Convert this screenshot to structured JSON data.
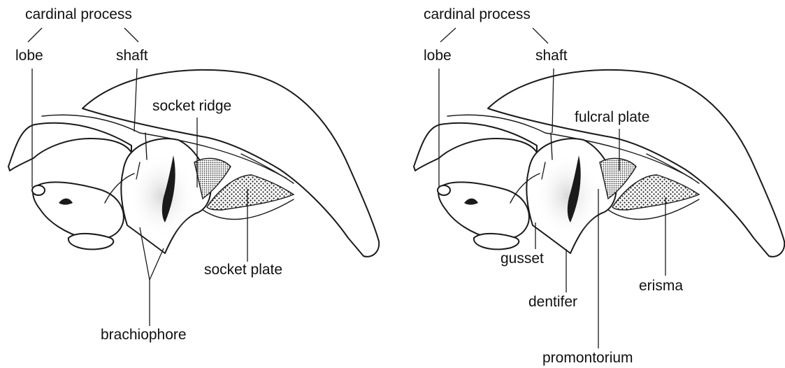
{
  "figures": [
    {
      "labels": {
        "cardinal_process": "cardinal process",
        "lobe": "lobe",
        "shaft": "shaft",
        "socket_ridge": "socket ridge",
        "socket_plate": "socket plate",
        "brachiophore": "brachiophore"
      }
    },
    {
      "labels": {
        "cardinal_process": "cardinal process",
        "lobe": "lobe",
        "shaft": "shaft",
        "fulcral_plate": "fulcral plate",
        "gusset": "gusset",
        "dentifer": "dentifer",
        "erisma": "erisma",
        "promontorium": "promontorium"
      }
    }
  ]
}
